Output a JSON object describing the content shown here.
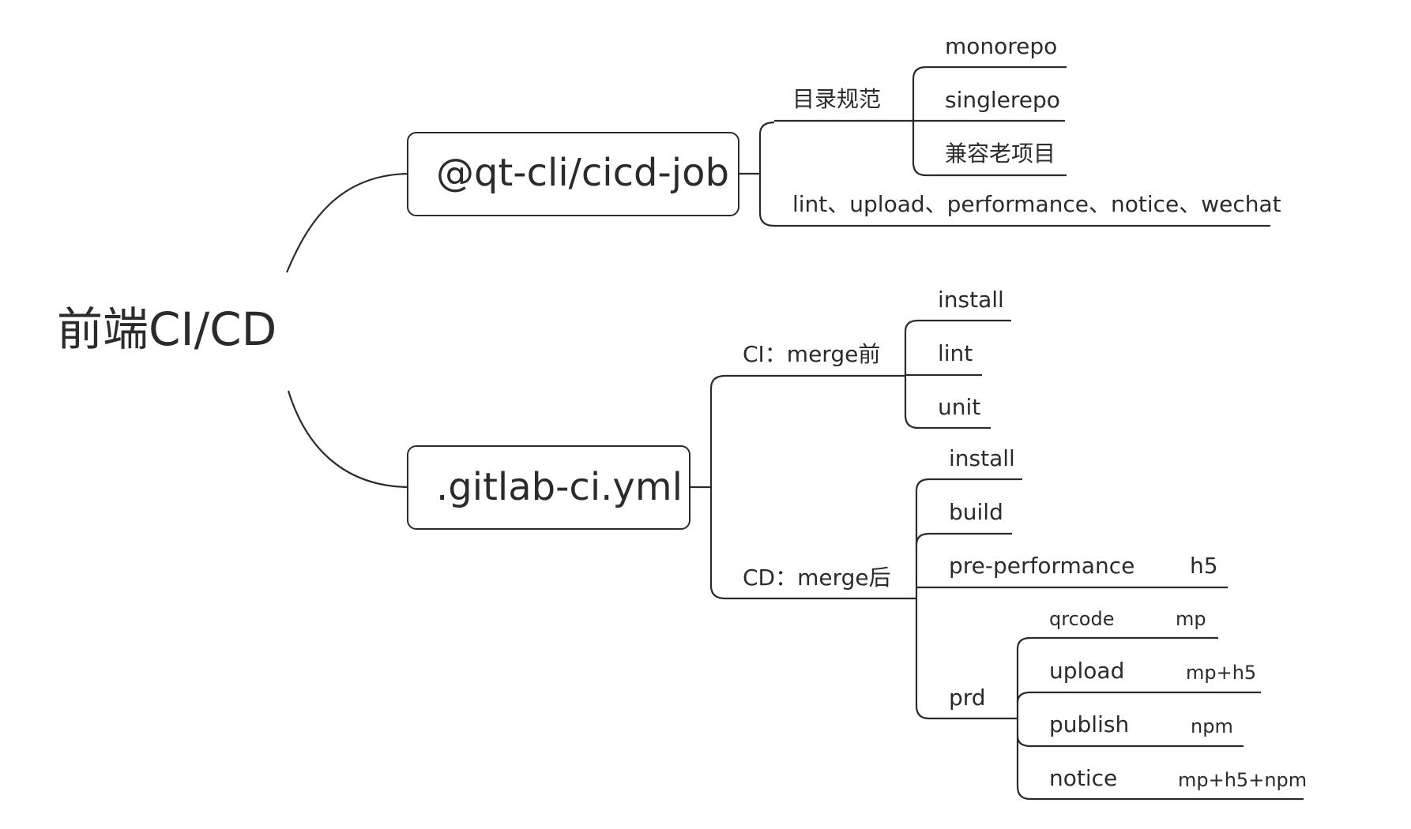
{
  "root": {
    "label": "前端CI/CD"
  },
  "branches": {
    "cicd_job": {
      "label": "@qt-cli/cicd-job",
      "dir_spec": {
        "label": "目录规范",
        "items": [
          "monorepo",
          "singlerepo",
          "兼容老项目"
        ]
      },
      "features": {
        "label": "lint、upload、performance、notice、wechat"
      }
    },
    "gitlab_ci": {
      "label": ".gitlab-ci.yml",
      "ci": {
        "label": "CI：merge前",
        "items": [
          "install",
          "lint",
          "unit"
        ]
      },
      "cd": {
        "label": "CD：merge后",
        "install": "install",
        "build": "build",
        "pre_performance": {
          "label": "pre-performance",
          "note": "h5"
        },
        "prd": {
          "label": "prd",
          "items": [
            {
              "label": "qrcode",
              "note": "mp"
            },
            {
              "label": "upload",
              "note": "mp+h5"
            },
            {
              "label": "publish",
              "note": "npm"
            },
            {
              "label": "notice",
              "note": "mp+h5+npm"
            }
          ]
        }
      }
    }
  },
  "colors": {
    "line": "#2b2b2b",
    "text": "#2b2b2b",
    "background": "#ffffff"
  }
}
